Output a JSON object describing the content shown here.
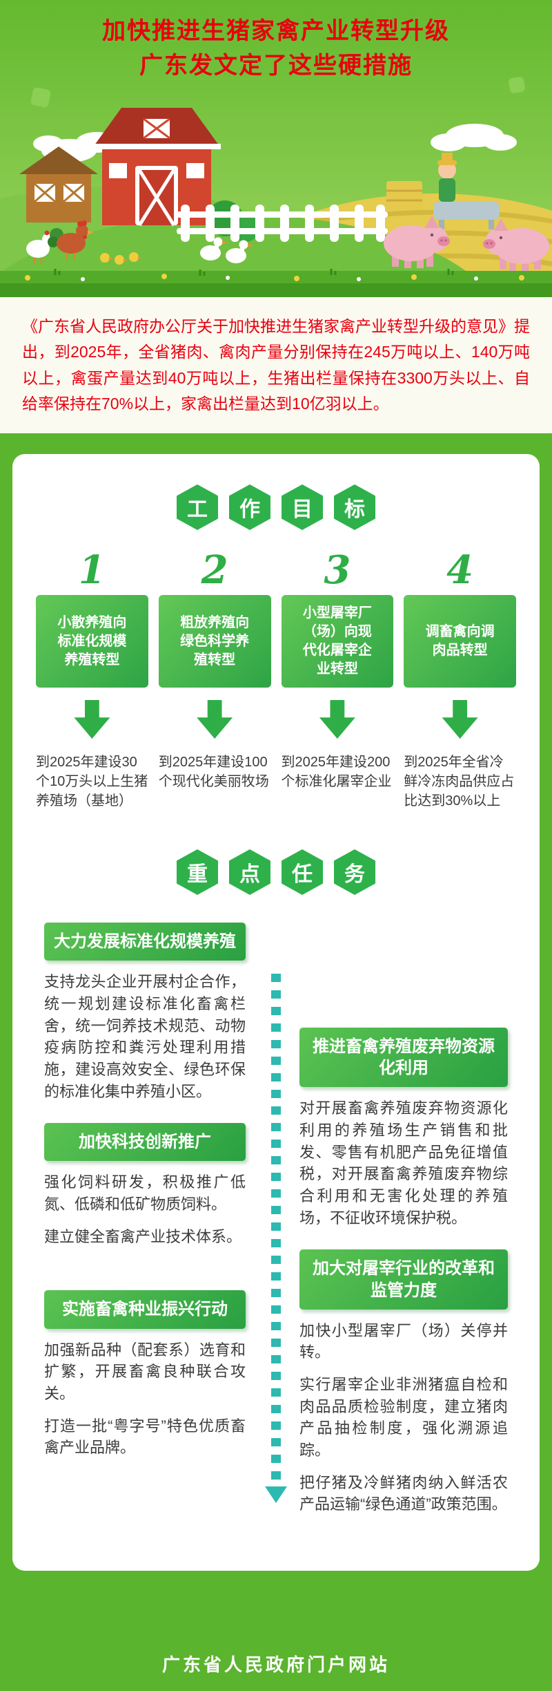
{
  "header": {
    "title_line1": "加快推进生猪家禽产业转型升级",
    "title_line2": "广东发文定了这些硬措施"
  },
  "intro": {
    "text": "《广东省人民政府办公厅关于加快推进生猪家禽产业转型升级的意见》提出，到2025年，全省猪肉、禽肉产量分别保持在245万吨以上、140万吨以上，禽蛋产量达到40万吨以上，生猪出栏量保持在3300万头以上、自给率保持在70%以上，家禽出栏量达到10亿羽以上。"
  },
  "goals": {
    "badge_chars": [
      "工",
      "作",
      "目",
      "标"
    ],
    "items": [
      {
        "number": "1",
        "title": "小散养殖向标准化规模养殖转型",
        "desc": "到2025年建设30个10万头以上生猪养殖场（基地）"
      },
      {
        "number": "2",
        "title": "粗放养殖向绿色科学养殖转型",
        "desc": "到2025年建设100个现代化美丽牧场"
      },
      {
        "number": "3",
        "title": "小型屠宰厂（场）向现代化屠宰企业转型",
        "desc": "到2025年建设200个标准化屠宰企业"
      },
      {
        "number": "4",
        "title": "调畜禽向调肉品转型",
        "desc": "到2025年全省冷鲜冷冻肉品供应占比达到30%以上"
      }
    ]
  },
  "tasks": {
    "badge_chars": [
      "重",
      "点",
      "任",
      "务"
    ],
    "left": [
      {
        "title": "大力发展标准化规模养殖",
        "paragraphs": [
          "支持龙头企业开展村企合作，统一规划建设标准化畜禽栏舍，统一饲养技术规范、动物疫病防控和粪污处理利用措施，建设高效安全、绿色环保的标准化集中养殖小区。"
        ]
      },
      {
        "title": "加快科技创新推广",
        "paragraphs": [
          "强化饲料研发，积极推广低氮、低磷和低矿物质饲料。",
          "建立健全畜禽产业技术体系。"
        ]
      },
      {
        "title": "实施畜禽种业振兴行动",
        "paragraphs": [
          "加强新品种（配套系）选育和扩繁，开展畜禽良种联合攻关。",
          "打造一批“粤字号”特色优质畜禽产业品牌。"
        ]
      }
    ],
    "right": [
      {
        "title": "推进畜禽养殖废弃物资源化利用",
        "paragraphs": [
          "对开展畜禽养殖废弃物资源化利用的养殖场生产销售和批发、零售有机肥产品免征增值税，对开展畜禽养殖废弃物综合利用和无害化处理的养殖场，不征收环境保护税。"
        ]
      },
      {
        "title": "加大对屠宰行业的改革和监管力度",
        "paragraphs": [
          "加快小型屠宰厂（场）关停并转。",
          "实行屠宰企业非洲猪瘟自检和肉品品质检验制度，建立猪肉产品抽检制度，强化溯源追踪。",
          "把仔猪及冷鲜猪肉纳入鲜活农产品运输“绿色通道”政策范围。"
        ]
      }
    ]
  },
  "footer": {
    "site_name": "广东省人民政府门户网站"
  }
}
